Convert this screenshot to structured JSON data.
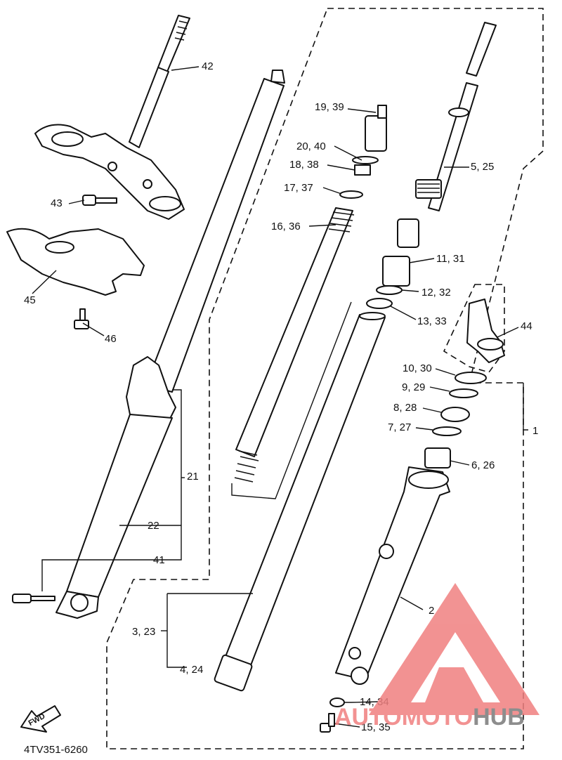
{
  "diagram": {
    "code": "4TV351-6260",
    "fwd_label": "FWD",
    "labels": {
      "p1": "1",
      "p2": "2",
      "p3": "3, 23",
      "p4": "4, 24",
      "p5": "5, 25",
      "p6": "6, 26",
      "p7": "7, 27",
      "p8": "8, 28",
      "p9": "9, 29",
      "p10": "10, 30",
      "p11": "11, 31",
      "p12": "12, 32",
      "p13": "13, 33",
      "p14": "14, 34",
      "p15": "15, 35",
      "p16": "16, 36",
      "p17": "17, 37",
      "p18": "18, 38",
      "p19": "19, 39",
      "p20": "20, 40",
      "p21": "21",
      "p22": "22",
      "p41": "41",
      "p42": "42",
      "p43": "43",
      "p44": "44",
      "p45": "45",
      "p46": "46"
    }
  },
  "watermark": {
    "part1": "AUTO",
    "part2": "MOTO",
    "part3": "HUB",
    "color_primary": "#f08080",
    "color_secondary": "#7a7a7a"
  }
}
